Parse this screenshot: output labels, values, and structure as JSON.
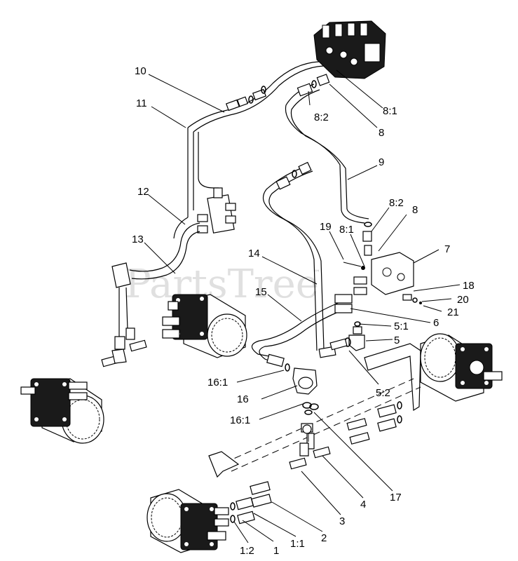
{
  "watermark": {
    "text": "PartsTree",
    "trademark": "™"
  },
  "callouts": [
    {
      "id": "c10",
      "text": "10"
    },
    {
      "id": "c11",
      "text": "11"
    },
    {
      "id": "c12",
      "text": "12"
    },
    {
      "id": "c13",
      "text": "13"
    },
    {
      "id": "c14",
      "text": "14"
    },
    {
      "id": "c15",
      "text": "15"
    },
    {
      "id": "c8-2-top",
      "text": "8:2"
    },
    {
      "id": "c8-1-top",
      "text": "8:1"
    },
    {
      "id": "c8-top",
      "text": "8"
    },
    {
      "id": "c9",
      "text": "9"
    },
    {
      "id": "c8-2-mid",
      "text": "8:2"
    },
    {
      "id": "c8-mid",
      "text": "8"
    },
    {
      "id": "c19",
      "text": "19"
    },
    {
      "id": "c8-1-mid",
      "text": "8:1"
    },
    {
      "id": "c7",
      "text": "7"
    },
    {
      "id": "c18",
      "text": "18"
    },
    {
      "id": "c20",
      "text": "20"
    },
    {
      "id": "c21",
      "text": "21"
    },
    {
      "id": "c6",
      "text": "6"
    },
    {
      "id": "c5-1",
      "text": "5:1"
    },
    {
      "id": "c5",
      "text": "5"
    },
    {
      "id": "c5-2",
      "text": "5:2"
    },
    {
      "id": "c16-1-top",
      "text": "16:1"
    },
    {
      "id": "c16",
      "text": "16"
    },
    {
      "id": "c16-1-bot",
      "text": "16:1"
    },
    {
      "id": "c17",
      "text": "17"
    },
    {
      "id": "c4",
      "text": "4"
    },
    {
      "id": "c3",
      "text": "3"
    },
    {
      "id": "c2",
      "text": "2"
    },
    {
      "id": "c1-1",
      "text": "1:1"
    },
    {
      "id": "c1",
      "text": "1"
    },
    {
      "id": "c1-2",
      "text": "1:2"
    }
  ]
}
